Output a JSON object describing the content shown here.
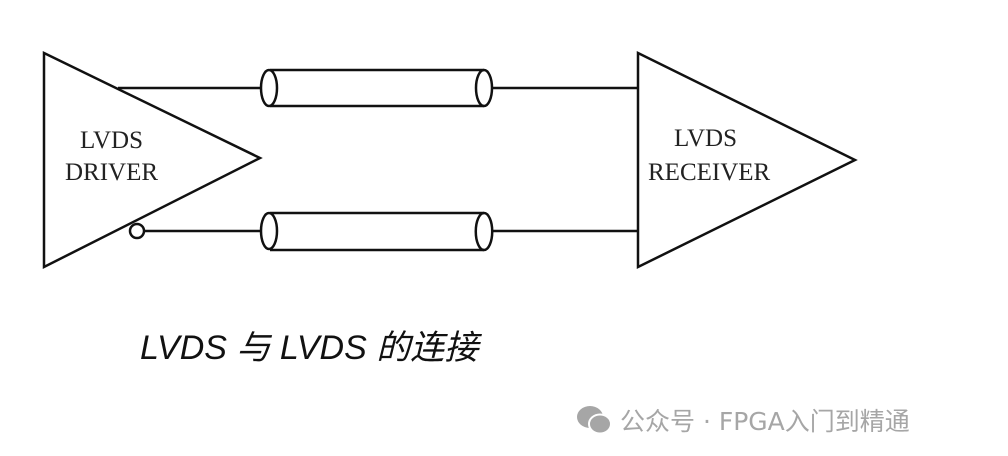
{
  "driver": {
    "line1": "LVDS",
    "line2": "DRIVER"
  },
  "receiver": {
    "line1": "LVDS",
    "line2": "RECEIVER"
  },
  "caption": "LVDS 与 LVDS 的连接",
  "watermark": {
    "icon": "wechat-icon",
    "text": "公众号 · FPGA入门到精通"
  }
}
